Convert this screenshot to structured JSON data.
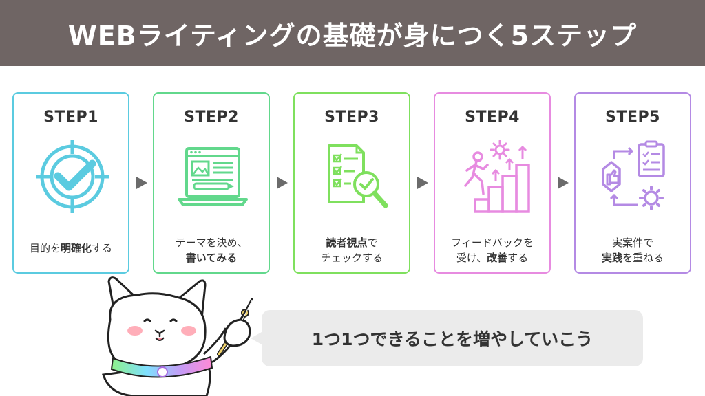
{
  "title": "WEBライティングの基礎が身につく5ステップ",
  "colors": {
    "title_bg": "#6f6564",
    "step1": "#5bcbe0",
    "step2": "#62d88c",
    "step3": "#7fe05e",
    "step4": "#e78be0",
    "step5": "#b48ae4",
    "arrow": "#6b6b6b",
    "bubble_bg": "#ebebeb"
  },
  "steps": [
    {
      "label": "STEP1",
      "icon": "target-check-icon",
      "desc_line1": [
        {
          "t": "目的を",
          "b": false
        },
        {
          "t": "明確化",
          "b": true
        },
        {
          "t": "する",
          "b": false
        }
      ],
      "desc_line2": []
    },
    {
      "label": "STEP2",
      "icon": "laptop-writing-icon",
      "desc_line1": [
        {
          "t": "テーマを決め、",
          "b": false
        }
      ],
      "desc_line2": [
        {
          "t": "書いてみる",
          "b": true
        }
      ]
    },
    {
      "label": "STEP3",
      "icon": "checklist-magnifier-icon",
      "desc_line1": [
        {
          "t": "読者視点",
          "b": true
        },
        {
          "t": "で",
          "b": false
        }
      ],
      "desc_line2": [
        {
          "t": "チェックする",
          "b": false
        }
      ]
    },
    {
      "label": "STEP4",
      "icon": "person-climbing-stairs-icon",
      "desc_line1": [
        {
          "t": "フィードバックを",
          "b": false
        }
      ],
      "desc_line2": [
        {
          "t": "受け、",
          "b": false
        },
        {
          "t": "改善",
          "b": true
        },
        {
          "t": "する",
          "b": false
        }
      ]
    },
    {
      "label": "STEP5",
      "icon": "thumbs-up-cycle-icon",
      "desc_line1": [
        {
          "t": "実案件で",
          "b": false
        }
      ],
      "desc_line2": [
        {
          "t": "実践",
          "b": true
        },
        {
          "t": "を重ねる",
          "b": false
        }
      ]
    }
  ],
  "speech": "1つ1つできることを増やしていこう",
  "mascot_icon": "white-cat-pointing-icon"
}
